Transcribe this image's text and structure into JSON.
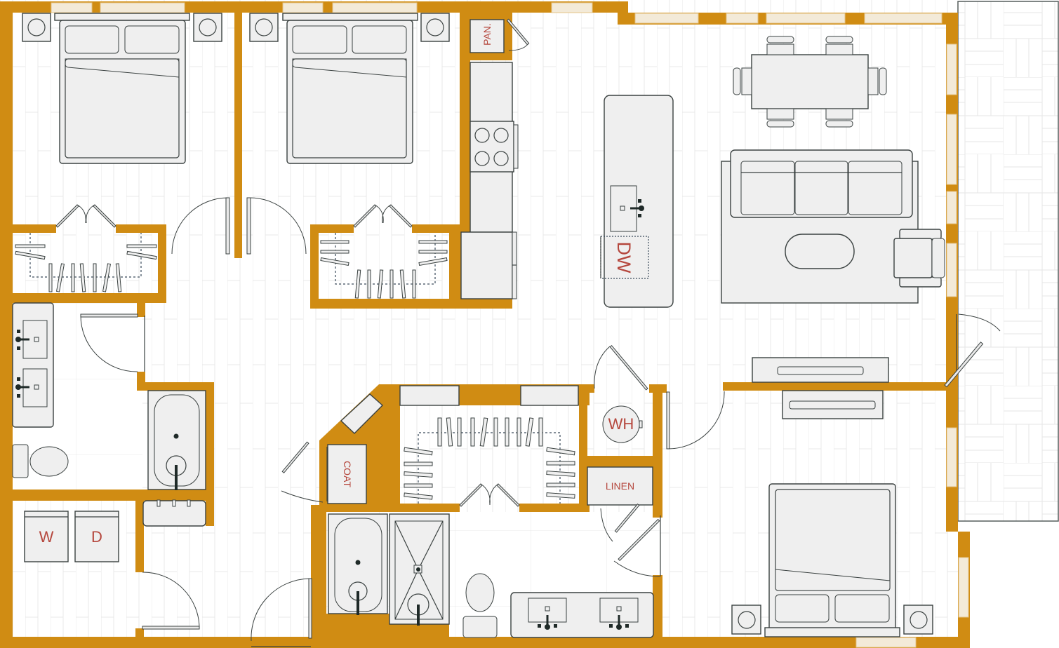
{
  "plan": {
    "colors": {
      "wall": "#d08c13",
      "fixture": "#efefef",
      "line": "#3a4140",
      "label": "#b5473d",
      "floor_grid": "#e8e8e8"
    },
    "labels": {
      "pantry": "PAN.",
      "dishwasher": "DW",
      "water_heater": "WH",
      "linen": "LINEN",
      "coat": "COAT",
      "washer": "W",
      "dryer": "D"
    },
    "rooms": [
      {
        "id": "bedroom-1",
        "fixtures": [
          "queen-bed",
          "nightstand",
          "nightstand",
          "walk-in-closet"
        ]
      },
      {
        "id": "bedroom-2",
        "fixtures": [
          "queen-bed",
          "nightstand",
          "nightstand",
          "walk-in-closet"
        ]
      },
      {
        "id": "bathroom-1",
        "fixtures": [
          "double-vanity",
          "toilet",
          "bathtub"
        ]
      },
      {
        "id": "laundry",
        "fixtures": [
          "washer",
          "dryer",
          "utility-sink"
        ]
      },
      {
        "id": "kitchen",
        "fixtures": [
          "pantry",
          "cooktop",
          "counter",
          "island",
          "sink",
          "dishwasher"
        ]
      },
      {
        "id": "dining",
        "fixtures": [
          "dining-table",
          "6-chairs"
        ]
      },
      {
        "id": "living",
        "fixtures": [
          "sofa",
          "rug",
          "coffee-table",
          "armchair"
        ]
      },
      {
        "id": "primary-bedroom",
        "fixtures": [
          "queen-bed",
          "nightstand",
          "nightstand",
          "tv-console"
        ]
      },
      {
        "id": "primary-bath",
        "fixtures": [
          "bathtub",
          "shower",
          "toilet",
          "double-vanity"
        ]
      },
      {
        "id": "primary-closet",
        "fixtures": [
          "hanging-rods"
        ]
      },
      {
        "id": "coat-closet",
        "fixtures": []
      },
      {
        "id": "linen-closet",
        "fixtures": []
      },
      {
        "id": "water-heater-closet",
        "fixtures": [
          "water-heater"
        ]
      },
      {
        "id": "balcony",
        "fixtures": []
      }
    ]
  }
}
